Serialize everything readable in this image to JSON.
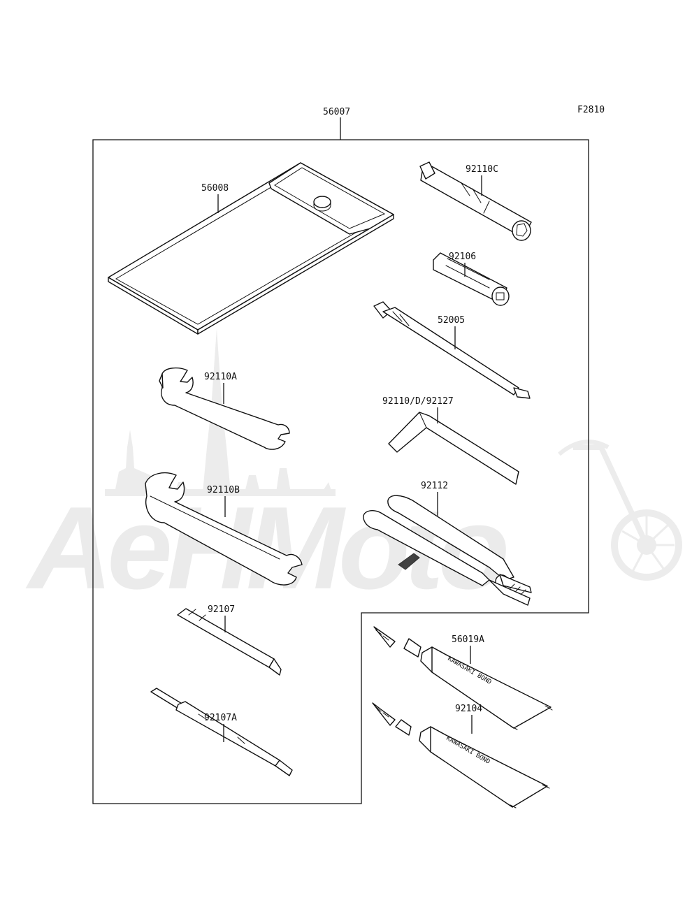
{
  "figure_code": "F2810",
  "watermark_text": "AeHMoto",
  "assembly": {
    "part_no": "56007"
  },
  "parts": [
    {
      "id": "tool-bag",
      "part_no": "56008"
    },
    {
      "id": "box-wrench",
      "part_no": "92110C"
    },
    {
      "id": "socket-adapter",
      "part_no": "92106"
    },
    {
      "id": "spark-plug-wrench",
      "part_no": "52005"
    },
    {
      "id": "wrench-a",
      "part_no": "92110A"
    },
    {
      "id": "hex-key",
      "part_no": "92110/D/92127"
    },
    {
      "id": "wrench-b",
      "part_no": "92110B"
    },
    {
      "id": "pliers",
      "part_no": "92112"
    },
    {
      "id": "screwdriver-grip",
      "part_no": "92107"
    },
    {
      "id": "screwdriver",
      "part_no": "92107A"
    },
    {
      "id": "bond-tube-a",
      "part_no": "56019A",
      "print": "KAWASAKI BOND"
    },
    {
      "id": "bond-tube-b",
      "part_no": "92104",
      "print": "KAWASAKI BOND"
    }
  ]
}
